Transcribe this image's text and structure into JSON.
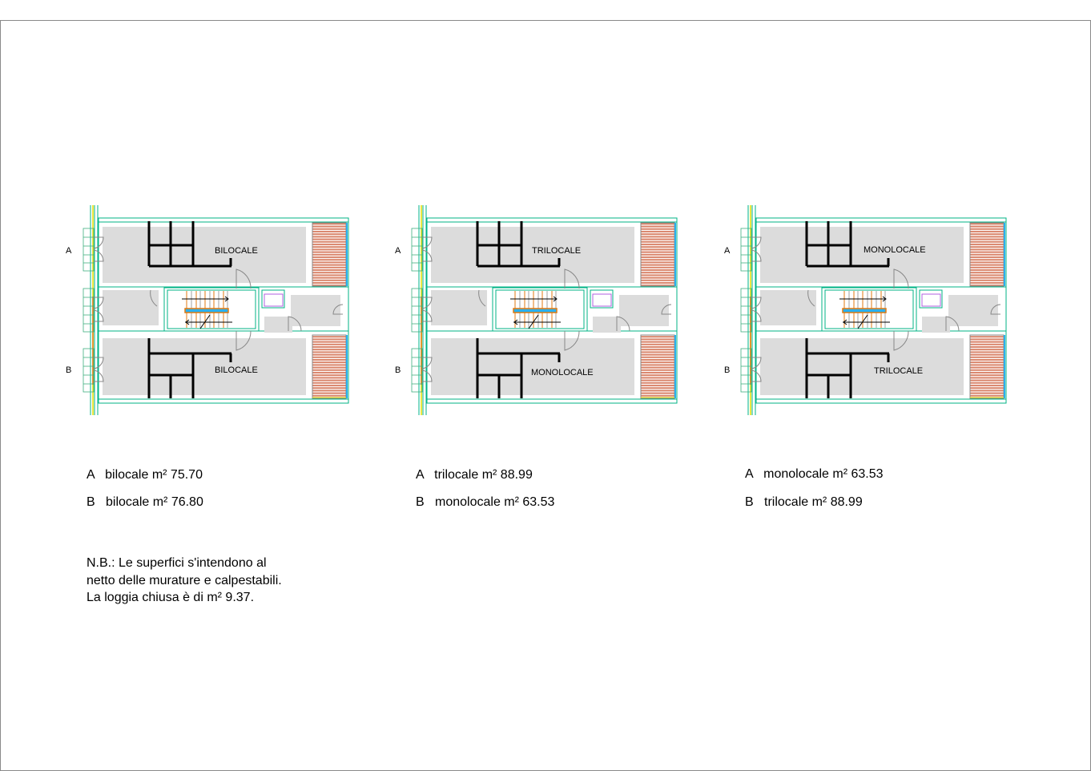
{
  "plans": [
    {
      "row_a": "A",
      "row_b": "B",
      "unit_a": "BILOCALE",
      "unit_b": "BILOCALE"
    },
    {
      "row_a": "A",
      "row_b": "B",
      "unit_a": "TRILOCALE",
      "unit_b": "MONOLOCALE"
    },
    {
      "row_a": "A",
      "row_b": "B",
      "unit_a": "MONOLOCALE",
      "unit_b": "TRILOCALE"
    }
  ],
  "legends": [
    {
      "a": "A   bilocale m² 75.70",
      "b": "B   bilocale m² 76.80"
    },
    {
      "a": "A   trilocale m² 88.99",
      "b": "B   monolocale m² 63.53"
    },
    {
      "a": "A   monolocale m² 63.53",
      "b": "B   trilocale m² 88.99"
    }
  ],
  "note": "N.B.: Le superfici s'intendono al netto delle murature e calpestabili. La loggia chiusa è di  m² 9.37.",
  "colors": {
    "wall": "#00b386",
    "room": "#dcdcdc",
    "loggia": "#d9846a",
    "stair": "#e07a10",
    "blue": "#2ab0ee",
    "purple": "#b060e0",
    "yellow": "#e8e000"
  }
}
